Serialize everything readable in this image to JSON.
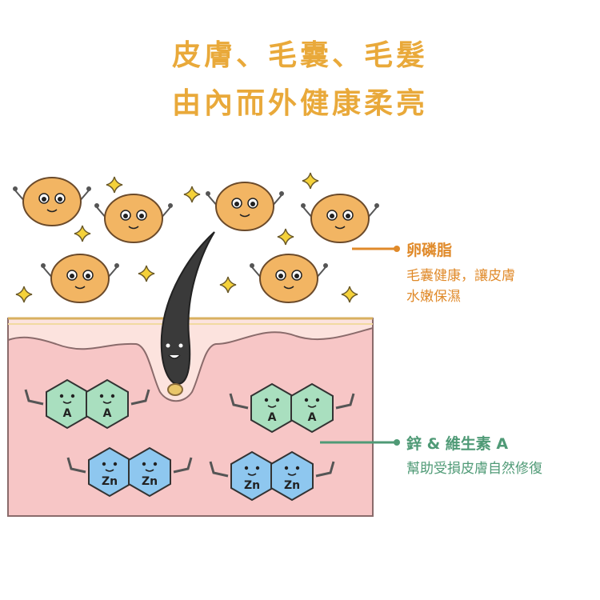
{
  "title": {
    "line1": "皮膚、毛囊、毛髮",
    "line2": "由內而外健康柔亮"
  },
  "callouts": {
    "lecithin": {
      "heading": "卵磷脂",
      "line1": "毛囊健康，讓皮膚",
      "line2": "水嫩保濕"
    },
    "zinc_vitamin_a": {
      "heading": "鋅 & 維生素 A",
      "line1": "幫助受損皮膚自然修復"
    }
  },
  "hex_labels": {
    "vitamin": "A",
    "zinc": "Zn"
  },
  "colors": {
    "title": "#e9a93a",
    "lecithin_accent": "#e08a2a",
    "zinc_accent": "#4f9a76",
    "blob": "#f2b563",
    "skin": "#f7c6c6",
    "skin_top": "#fce3de",
    "hair": "#3a3a3a",
    "green_hex": "#a9dfbf",
    "blue_hex": "#8ec7ef",
    "sparkle": "#f5d23a"
  }
}
